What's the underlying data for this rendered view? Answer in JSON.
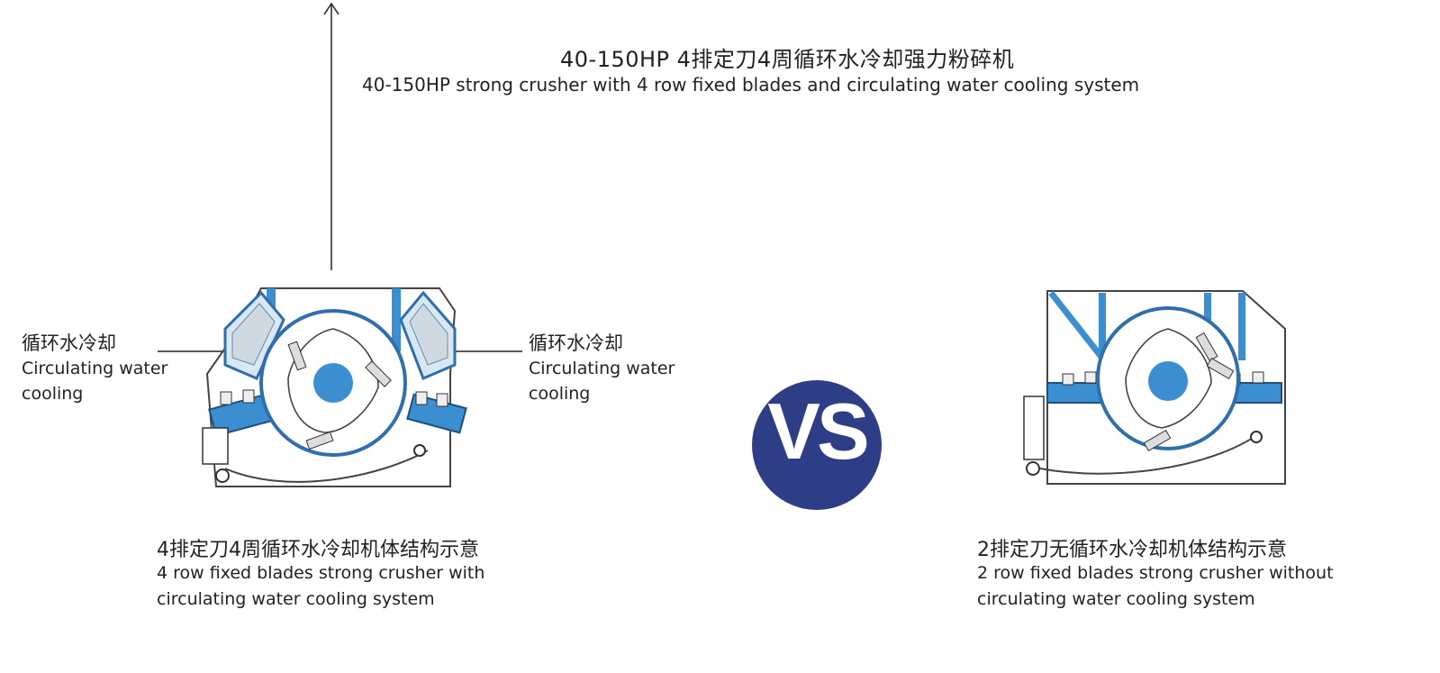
{
  "title": {
    "cn": "40-150HP 4排定刀4周循环水冷却强力粉碎机",
    "en": "40-150HP strong crusher with 4 row fixed blades and circulating water cooling system"
  },
  "left_callouts": {
    "left": {
      "cn": "循环水冷却",
      "en": "Circulating water cooling"
    },
    "right": {
      "cn": "循环水冷却",
      "en": "Circulating water cooling"
    }
  },
  "vs_badge": {
    "label": "VS",
    "color": "#2d3e86"
  },
  "captions": {
    "left": {
      "cn": "4排定刀4周循环水冷却机体结构示意",
      "en_line1": "4 row fixed blades strong crusher with",
      "en_line2": "circulating water cooling system"
    },
    "right": {
      "cn": "2排定刀无循环水冷却机体结构示意",
      "en_line1": "2 row fixed blades strong crusher without",
      "en_line2": "circulating water cooling system"
    }
  },
  "colors": {
    "accent_blue": "#3b8fd0",
    "light_blue": "#bfdff5",
    "line": "#333333"
  }
}
